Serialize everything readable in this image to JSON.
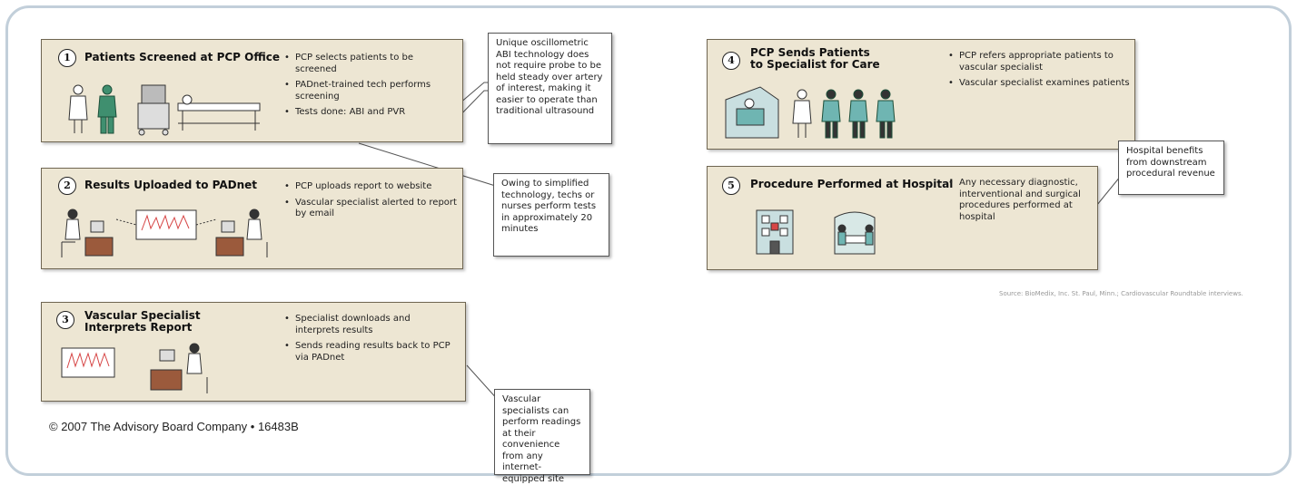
{
  "steps": [
    {
      "num": "1",
      "title_lines": [
        "Patients Screened at PCP Office"
      ],
      "bullets": [
        "PCP selects patients to be screened",
        "PADnet-trained tech performs screening",
        "Tests done: ABI and PVR"
      ]
    },
    {
      "num": "2",
      "title_lines": [
        "Results Uploaded to PADnet"
      ],
      "bullets": [
        "PCP uploads report to website",
        "Vascular specialist alerted to report by email"
      ]
    },
    {
      "num": "3",
      "title_lines": [
        "Vascular Specialist",
        "Interprets Report"
      ],
      "bullets": [
        "Specialist downloads and interprets results",
        "Sends reading results back to PCP via PADnet"
      ]
    },
    {
      "num": "4",
      "title_lines": [
        "PCP Sends Patients",
        "to Specialist for Care"
      ],
      "bullets": [
        "PCP refers appropriate patients to vascular specialist",
        "Vascular specialist examines patients"
      ]
    },
    {
      "num": "5",
      "title_lines": [
        "Procedure Performed at Hospital"
      ],
      "bullets": [
        "Any necessary diagnostic, interventional and surgical procedures performed at hospital"
      ]
    }
  ],
  "callouts": [
    "Unique oscillometric ABI technology does not require probe to be held steady over artery of interest, making it easier to operate than traditional ultrasound",
    "Owing to simplified technology, techs or nurses perform tests in approximately 20 minutes",
    "Vascular specialists can perform readings at their convenience from any internet-equipped site",
    "Hospital benefits from downstream procedural revenue"
  ],
  "footer": {
    "copyright": "© 2007 The Advisory Board Company • 16483B",
    "source": "Source: BioMedix, Inc. St. Paul, Minn.; Cardiovascular Roundtable interviews."
  },
  "colors": {
    "box_fill": "#ede6d3",
    "box_border": "#6f6652",
    "frame_border": "#c2cfda",
    "figure_green": "#3f8f6f",
    "figure_teal": "#6fb5b2"
  }
}
